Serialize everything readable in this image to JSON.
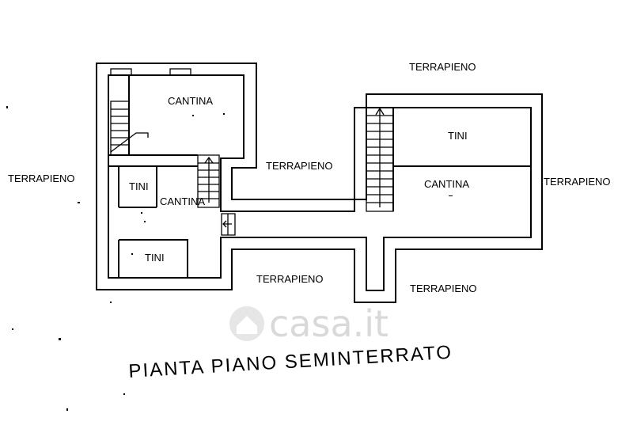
{
  "labels": {
    "terrapieno_top": "TERRAPIENO",
    "terrapieno_left": "TERRAPIENO",
    "terrapieno_middle": "TERRAPIENO",
    "terrapieno_right": "TERRAPIENO",
    "terrapieno_bottom_center": "TERRAPIENO",
    "terrapieno_bottom_right": "TERRAPIENO",
    "cantina_top_left": "CANTINA",
    "cantina_middle_left": "CANTINA",
    "cantina_right": "CANTINA",
    "tini_left": "TINI",
    "tini_bottom_left": "TINI",
    "tini_right": "TINI"
  },
  "title": "PIANTA PIANO SEMINTERRATO",
  "watermark": "casa.it"
}
